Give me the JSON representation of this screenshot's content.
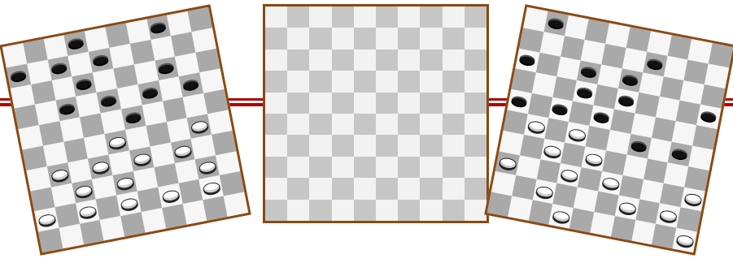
{
  "colors": {
    "frame": "#8a4a12",
    "rail": "#b00000",
    "dark_square": "#a9a9a9",
    "light_square": "#f6f6f6",
    "checker_dark_square": "#c6c6c6",
    "black_piece": "#111111",
    "white_piece": "#ffffff"
  },
  "boards": {
    "left": {
      "size": 10,
      "pieces": [
        {
          "row": 0,
          "col": 3,
          "color": "black"
        },
        {
          "row": 0,
          "col": 7,
          "color": "black"
        },
        {
          "row": 1,
          "col": 0,
          "color": "black"
        },
        {
          "row": 1,
          "col": 2,
          "color": "black"
        },
        {
          "row": 1,
          "col": 4,
          "color": "black"
        },
        {
          "row": 2,
          "col": 3,
          "color": "black"
        },
        {
          "row": 2,
          "col": 7,
          "color": "black"
        },
        {
          "row": 3,
          "col": 2,
          "color": "black"
        },
        {
          "row": 3,
          "col": 4,
          "color": "black"
        },
        {
          "row": 3,
          "col": 6,
          "color": "black"
        },
        {
          "row": 3,
          "col": 8,
          "color": "black"
        },
        {
          "row": 4,
          "col": 5,
          "color": "black"
        },
        {
          "row": 5,
          "col": 4,
          "color": "white"
        },
        {
          "row": 5,
          "col": 8,
          "color": "white"
        },
        {
          "row": 6,
          "col": 1,
          "color": "white"
        },
        {
          "row": 6,
          "col": 3,
          "color": "white"
        },
        {
          "row": 6,
          "col": 5,
          "color": "white"
        },
        {
          "row": 6,
          "col": 7,
          "color": "white"
        },
        {
          "row": 7,
          "col": 2,
          "color": "white"
        },
        {
          "row": 7,
          "col": 4,
          "color": "white"
        },
        {
          "row": 7,
          "col": 8,
          "color": "white"
        },
        {
          "row": 8,
          "col": 0,
          "color": "white"
        },
        {
          "row": 8,
          "col": 2,
          "color": "white"
        },
        {
          "row": 8,
          "col": 4,
          "color": "white"
        },
        {
          "row": 8,
          "col": 6,
          "color": "white"
        },
        {
          "row": 8,
          "col": 8,
          "color": "white"
        }
      ]
    },
    "center": {
      "size": 10,
      "pieces": []
    },
    "right": {
      "size": 10,
      "pieces": [
        {
          "row": 0,
          "col": 1,
          "color": "black"
        },
        {
          "row": 1,
          "col": 6,
          "color": "black"
        },
        {
          "row": 2,
          "col": 3,
          "color": "black"
        },
        {
          "row": 2,
          "col": 5,
          "color": "black"
        },
        {
          "row": 2,
          "col": 0,
          "color": "black"
        },
        {
          "row": 3,
          "col": 3,
          "color": "black"
        },
        {
          "row": 3,
          "col": 5,
          "color": "black"
        },
        {
          "row": 3,
          "col": 9,
          "color": "black"
        },
        {
          "row": 4,
          "col": 0,
          "color": "black"
        },
        {
          "row": 4,
          "col": 4,
          "color": "black"
        },
        {
          "row": 4,
          "col": 2,
          "color": "black"
        },
        {
          "row": 5,
          "col": 6,
          "color": "black"
        },
        {
          "row": 5,
          "col": 8,
          "color": "black"
        },
        {
          "row": 5,
          "col": 1,
          "color": "white"
        },
        {
          "row": 5,
          "col": 3,
          "color": "white"
        },
        {
          "row": 6,
          "col": 2,
          "color": "white"
        },
        {
          "row": 6,
          "col": 4,
          "color": "white"
        },
        {
          "row": 7,
          "col": 0,
          "color": "white"
        },
        {
          "row": 7,
          "col": 3,
          "color": "white"
        },
        {
          "row": 7,
          "col": 5,
          "color": "white"
        },
        {
          "row": 7,
          "col": 9,
          "color": "white"
        },
        {
          "row": 8,
          "col": 2,
          "color": "white"
        },
        {
          "row": 8,
          "col": 6,
          "color": "white"
        },
        {
          "row": 8,
          "col": 8,
          "color": "white"
        },
        {
          "row": 9,
          "col": 3,
          "color": "white"
        },
        {
          "row": 9,
          "col": 9,
          "color": "white"
        }
      ]
    }
  }
}
